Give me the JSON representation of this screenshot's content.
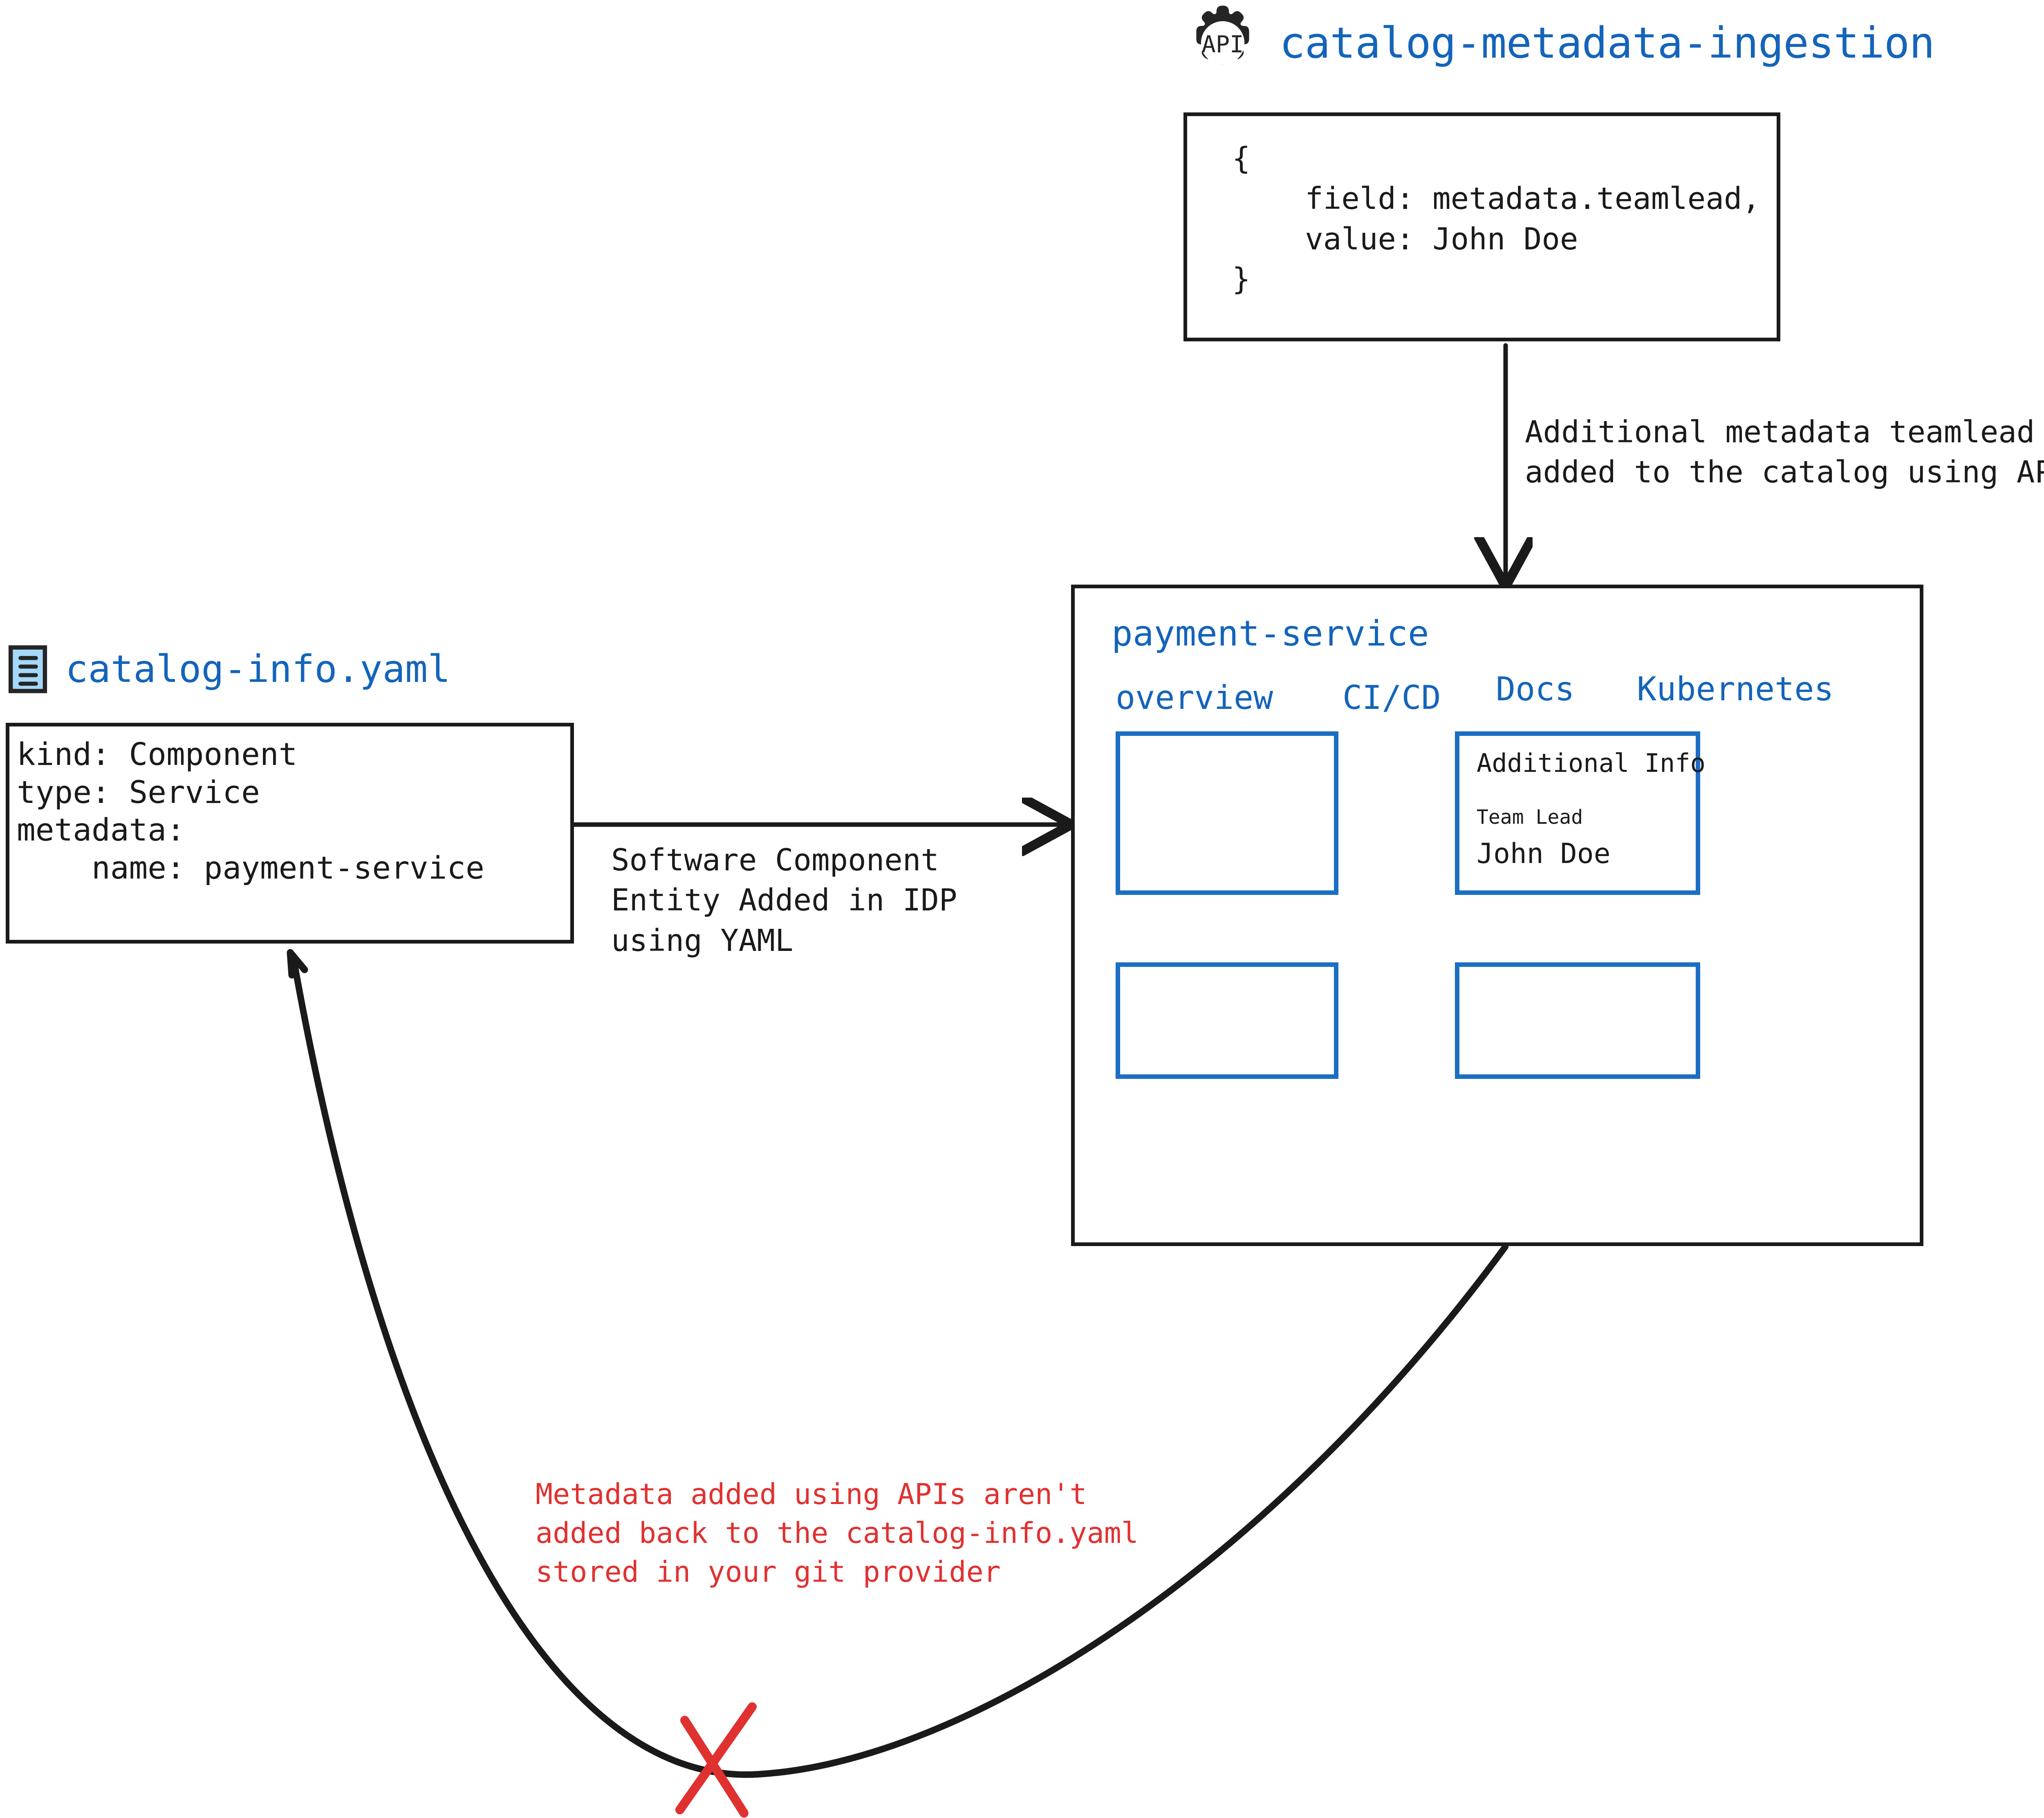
{
  "api_source": {
    "icon": "api-gear-icon",
    "icon_text": "API",
    "title": "catalog-metadata-ingestion",
    "payload": "{\n    field: metadata.teamlead,\n    value: John Doe\n}"
  },
  "yaml_source": {
    "icon": "yaml-file-icon",
    "title": "catalog-info.yaml",
    "content": "kind: Component\ntype: Service\nmetadata:\n    name: payment-service"
  },
  "service_panel": {
    "title": "payment-service",
    "tabs": [
      {
        "label": "overview"
      },
      {
        "label": "CI/CD"
      },
      {
        "label": "Docs"
      },
      {
        "label": "Kubernetes"
      }
    ],
    "additional_info": {
      "title": "Additional Info",
      "field_label": "Team Lead",
      "field_value": "John Doe"
    }
  },
  "edges": {
    "api_to_panel": "Additional metadata teamlead\nadded to the catalog using APIs",
    "yaml_to_panel": "Software Component\nEntity Added in IDP\nusing YAML",
    "panel_to_yaml_warning": "Metadata added using APIs aren't\nadded back to the catalog-info.yaml\nstored in your git provider"
  },
  "colors": {
    "accent_blue": "#1464ba",
    "widget_blue": "#1b6ec2",
    "warning_red": "#e03131",
    "stroke_dark": "#1a1a1a",
    "icon_fill_light_blue": "#a5d8fb"
  },
  "markers": {
    "blocked_cross": "red-x-mark"
  }
}
